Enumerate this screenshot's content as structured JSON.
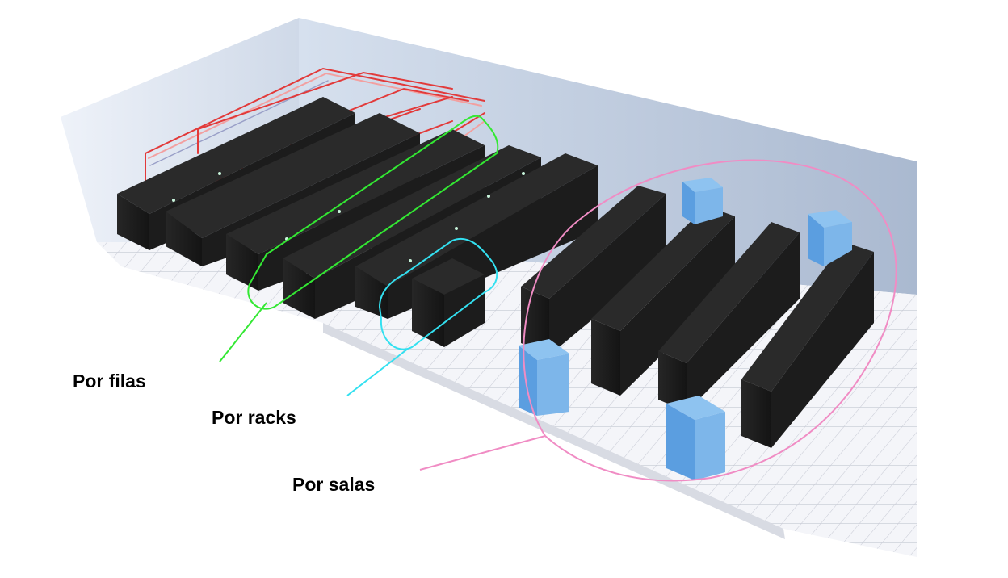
{
  "labels": {
    "by_rows": "Por filas",
    "by_racks": "Por racks",
    "by_rooms": "Por salas"
  },
  "colors": {
    "rows_callout": "#33e833",
    "racks_callout": "#33e0f0",
    "rooms_callout": "#f08cc4",
    "rack_body": "#1e1e1e",
    "cooling_unit": "#5b9ee0",
    "wall": "#c9d5e6",
    "floor_tile": "#f2f3f7",
    "pipe_red": "#e23a3a"
  },
  "icons": {
    "rack": "server-rack",
    "cooling": "crac-unit"
  }
}
